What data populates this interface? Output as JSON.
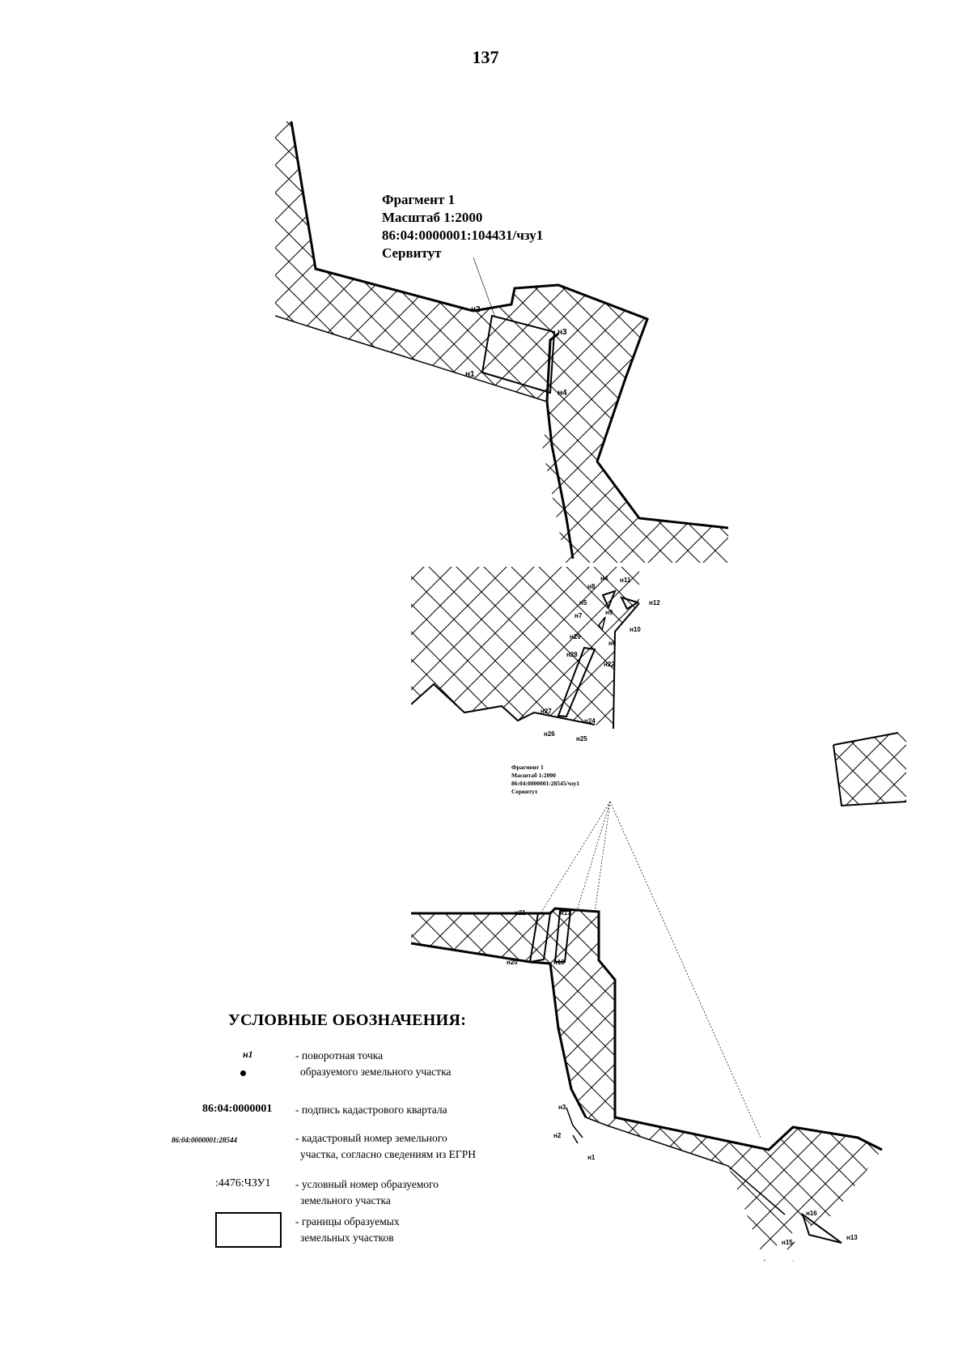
{
  "page_number": "137",
  "fragment_top": {
    "lines": [
      "Фрагмент 1",
      "Масштаб 1:2000",
      "86:04:0000001:104431/чзу1",
      "Сервитут"
    ],
    "points": [
      "н1",
      "н2",
      "н3",
      "н4"
    ]
  },
  "fragment_bottom": {
    "lines": [
      "Фрагмент 1",
      "Масштаб 1:2000",
      "86:04:0000001:28545/чзу1",
      "Сервитут"
    ],
    "points": [
      "н1",
      "н2",
      "н3",
      "н4",
      "н5",
      "н6",
      "н7",
      "н8",
      "н9",
      "н10",
      "н11",
      "н12",
      "н13",
      "н15",
      "н16",
      "н17",
      "н18",
      "н20",
      "н21",
      "н22",
      "н24",
      "н25",
      "н26",
      "н27",
      "н28",
      "н29"
    ]
  },
  "legend": {
    "title": "УСЛОВНЫЕ ОБОЗНАЧЕНИЯ:",
    "items": [
      {
        "symbol": "н1",
        "lines": [
          "- поворотная точка",
          "образуемого земельного участка"
        ]
      },
      {
        "symbol": "86:04:0000001",
        "lines": [
          "- подпись кадастрового квартала"
        ]
      },
      {
        "symbol": "86:04:0000001:28544",
        "lines": [
          "- кадастровый номер земельного",
          "участка, согласно сведениям из ЕГРН"
        ]
      },
      {
        "symbol": ":4476:ЧЗУ1",
        "lines": [
          "- условный номер образуемого",
          "земельного участка"
        ]
      },
      {
        "symbol": "",
        "lines": [
          "- границы образуемых",
          "земельных участков"
        ]
      }
    ]
  },
  "colors": {
    "ink": "#000000",
    "paper": "#ffffff"
  }
}
